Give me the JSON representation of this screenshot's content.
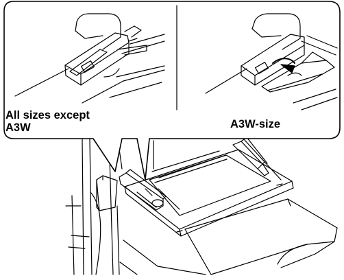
{
  "figure": {
    "labels": {
      "left_line1": "All sizes except",
      "left_line2": "A3W",
      "right": "A3W-size"
    },
    "colors": {
      "line": "#000000",
      "background": "#ffffff"
    }
  }
}
